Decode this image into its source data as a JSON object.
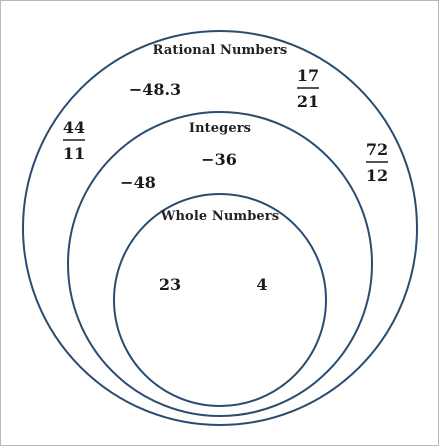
{
  "diagram": {
    "colors": {
      "circle_stroke": "#2b4c6e",
      "text": "#1a1a1a"
    },
    "sets": {
      "rational": {
        "label": "Rational Numbers"
      },
      "integers": {
        "label": "Integers"
      },
      "whole": {
        "label": "Whole Numbers"
      }
    },
    "elements": {
      "rational_decimal": "−48.3",
      "rational_frac_17_21": {
        "numerator": "17",
        "denominator": "21"
      },
      "rational_frac_44_11": {
        "numerator": "44",
        "denominator": "11"
      },
      "rational_frac_72_12": {
        "numerator": "72",
        "denominator": "12"
      },
      "integer_neg36": "−36",
      "integer_neg48": "−48",
      "whole_23": "23",
      "whole_4": "4"
    }
  }
}
